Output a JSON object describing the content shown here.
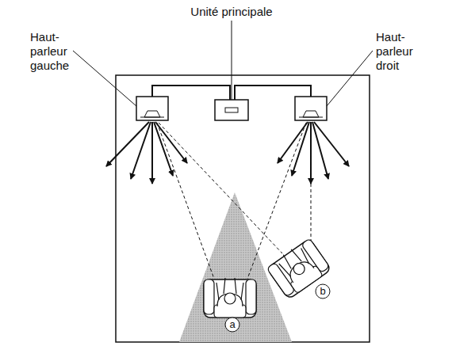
{
  "diagram": {
    "labels": [
      "Unité principale",
      "Haut-parleur gauche",
      "Haut-parleur droit",
      "a",
      "b"
    ]
  }
}
